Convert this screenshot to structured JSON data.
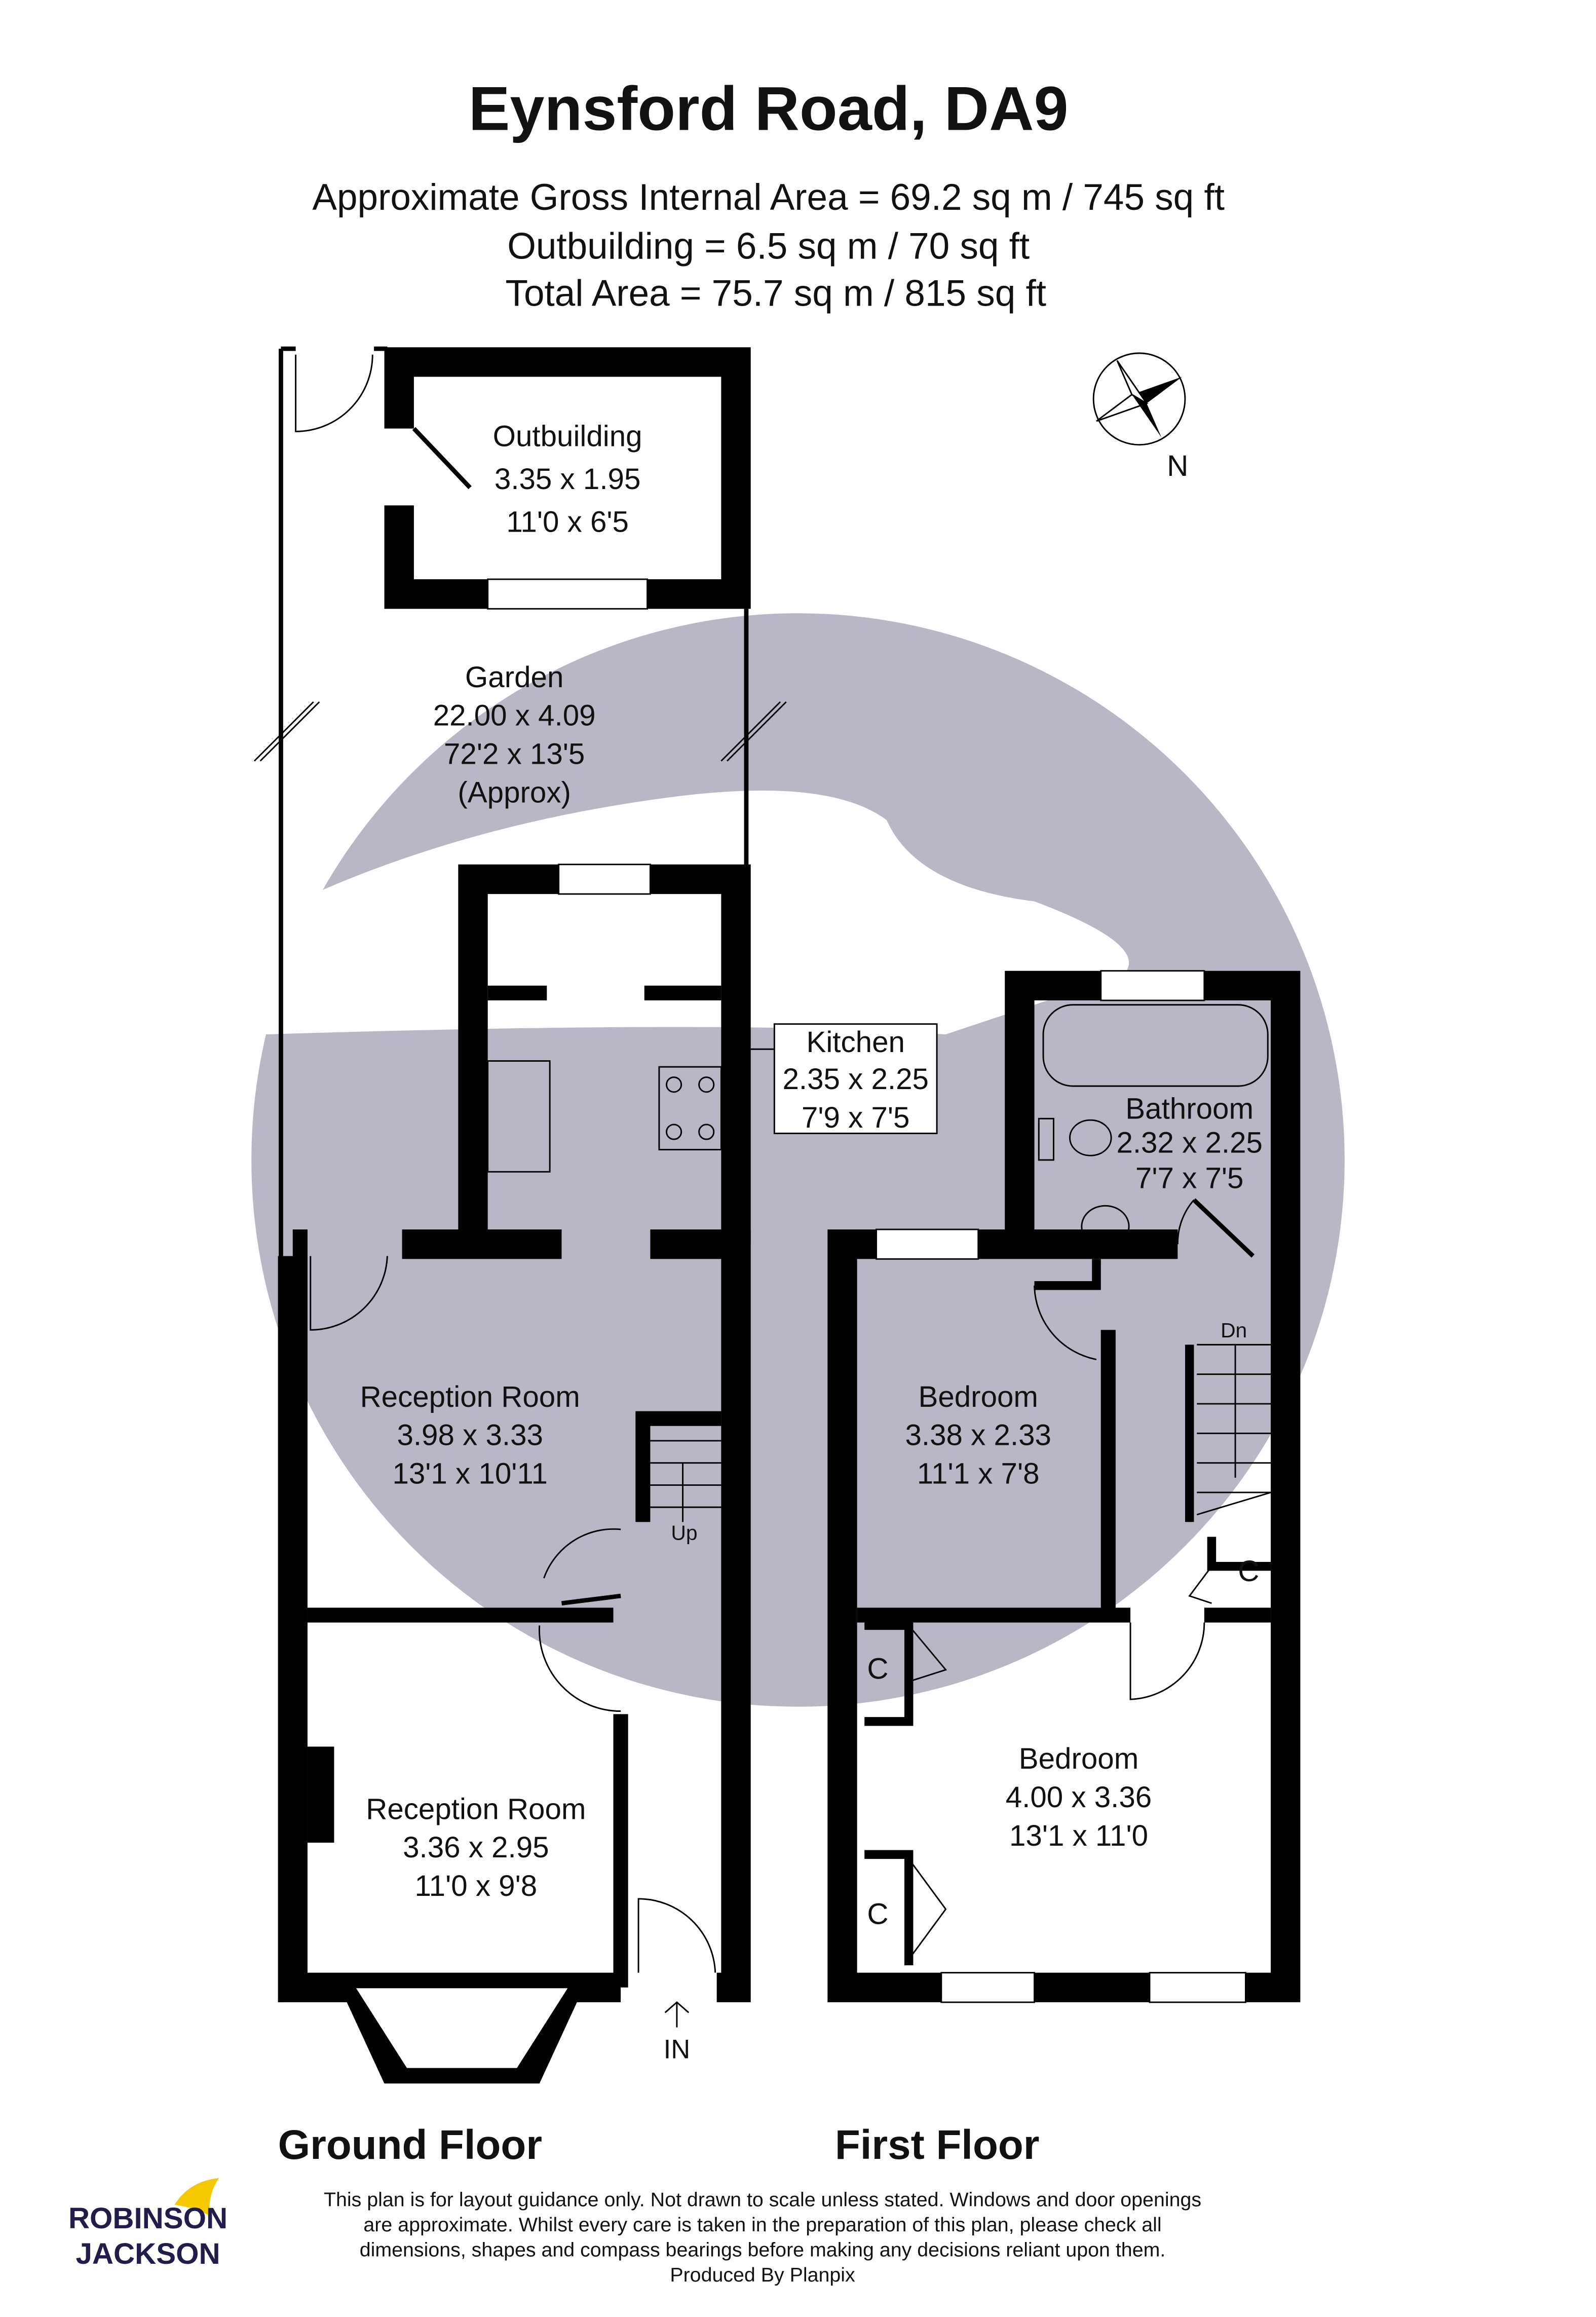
{
  "title": "Eynsford Road, DA9",
  "areas": {
    "gross_internal": "Approximate Gross Internal Area = 69.2 sq m / 745 sq ft",
    "outbuilding": "Outbuilding = 6.5 sq m / 70 sq ft",
    "total": "Total Area =  75.7 sq m / 815 sq ft"
  },
  "compass": {
    "label": "N"
  },
  "ground_floor": {
    "label": "Ground Floor",
    "rooms": [
      {
        "name": "Outbuilding",
        "metric": "3.35 x 1.95",
        "imperial": "11'0 x 6'5"
      },
      {
        "name": "Garden",
        "metric": "22.00 x 4.09",
        "imperial": "72'2 x 13'5",
        "note": "(Approx)"
      },
      {
        "name": "Kitchen",
        "metric": "2.35 x 2.25",
        "imperial": "7'9 x 7'5"
      },
      {
        "name": "Reception Room",
        "metric": "3.98 x 3.33",
        "imperial": "13'1 x 10'11"
      },
      {
        "name": "Reception Room",
        "metric": "3.36 x 2.95",
        "imperial": "11'0 x 9'8"
      }
    ],
    "stairs_label": "Up",
    "entrance_label": "IN"
  },
  "first_floor": {
    "label": "First Floor",
    "rooms": [
      {
        "name": "Bathroom",
        "metric": "2.32 x 2.25",
        "imperial": "7'7 x 7'5"
      },
      {
        "name": "Bedroom",
        "metric": "3.38 x 2.33",
        "imperial": "11'1 x 7'8"
      },
      {
        "name": "Bedroom",
        "metric": "4.00 x 3.36",
        "imperial": "13'1 x 11'0"
      }
    ],
    "stairs_label": "Dn",
    "cupboard_label": "C"
  },
  "logo": {
    "line1": "ROBINSON",
    "line2": "JACKSON"
  },
  "disclaimer": [
    "This plan is for layout guidance only. Not drawn to scale unless stated. Windows and door openings",
    "are approximate. Whilst every care is taken in the preparation of this plan, please check all",
    "dimensions, shapes and compass bearings before making any decisions reliant upon them.",
    "Produced By Planpix"
  ],
  "colors": {
    "watermark": "#b8b7c6",
    "walls": "#000000",
    "logo_navy": "#1f1d4a",
    "logo_yellow": "#f5c800"
  }
}
